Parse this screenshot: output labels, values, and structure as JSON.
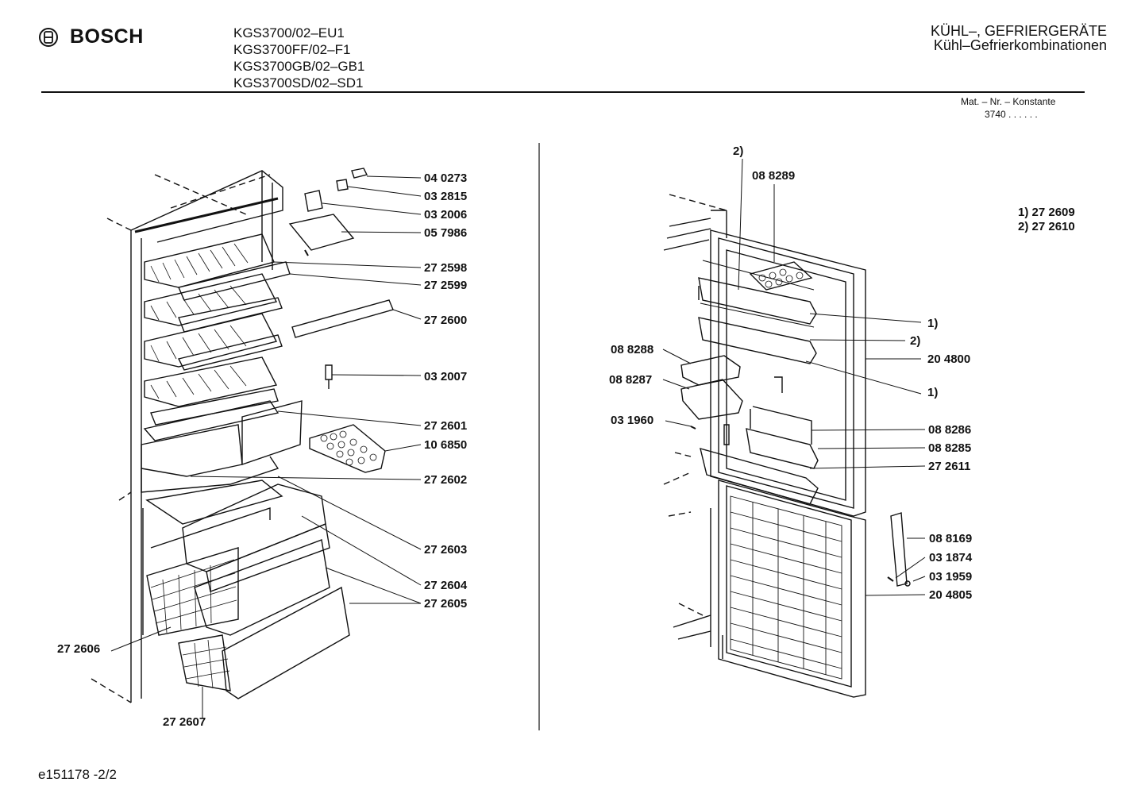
{
  "header": {
    "brand": "BOSCH",
    "models": [
      "KGS3700/02–EU1",
      "KGS3700FF/02–F1",
      "KGS3700GB/02–GB1",
      "KGS3700SD/02–SD1"
    ],
    "category_line1": "KÜHL–, GEFRIERGERÄTE",
    "category_line2": "Kühl–Gefrierkombinationen",
    "mat_label": "Mat. – Nr. – Konstante",
    "mat_value": "3740  .  .  .  .  .  ."
  },
  "notes": [
    "1) 27 2609",
    "2) 27 2610"
  ],
  "left_parts": [
    "04 0273",
    "03 2815",
    "03 2006",
    "05 7986",
    "27 2598",
    "27 2599",
    "27 2600",
    "03 2007",
    "27 2601",
    "10 6850",
    "27 2602",
    "27 2603",
    "27 2604",
    "27 2605",
    "27 2606",
    "27 2607"
  ],
  "right_parts": [
    "2)",
    "08 8289",
    "1)",
    "2)",
    "20 4800",
    "1)",
    "08 8288",
    "08 8287",
    "03 1960",
    "08 8286",
    "08 8285",
    "27 2611",
    "08 8169",
    "03 1874",
    "03 1959",
    "20 4805"
  ],
  "footer": "e151178 -2/2"
}
